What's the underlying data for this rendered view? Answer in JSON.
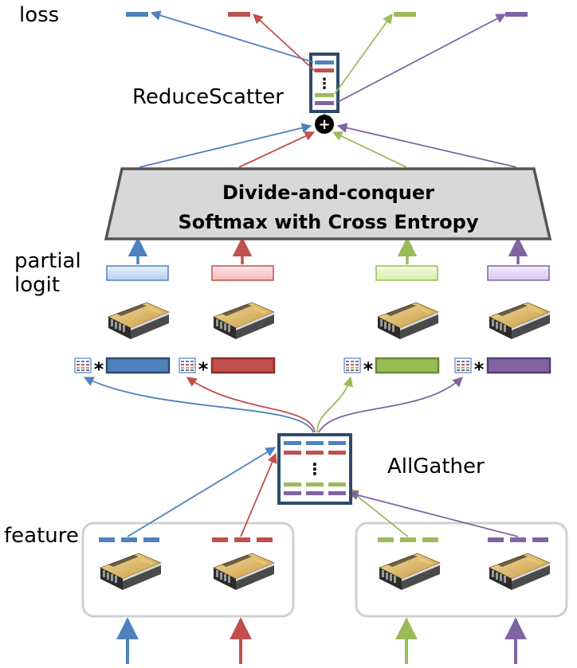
{
  "labels": {
    "loss": "loss",
    "reduce_scatter": "ReduceScatter",
    "partial_logit_line1": "partial",
    "partial_logit_line2": "logit",
    "all_gather": "AllGather",
    "feature": "feature"
  },
  "softmax_box": {
    "line1": "Divide-and-conquer",
    "line2": "Softmax with Cross Entropy"
  },
  "operators": {
    "multiply": "*",
    "sum": "+",
    "ellipsis": "⋮"
  },
  "colors": {
    "blue": "#4f81bd",
    "red": "#c0504d",
    "green": "#9bbb59",
    "purple": "#8064a2",
    "box_border": "#2e4a6b",
    "softmax_fill": "#d8d8d8",
    "group_border": "#d0d0d0"
  },
  "devices": [
    {
      "color": "blue"
    },
    {
      "color": "red"
    },
    {
      "color": "green"
    },
    {
      "color": "purple"
    }
  ],
  "icons": [
    "gpu-card-icon",
    "weight-matrix-icon",
    "sum-circle-icon",
    "arrow-icon"
  ]
}
